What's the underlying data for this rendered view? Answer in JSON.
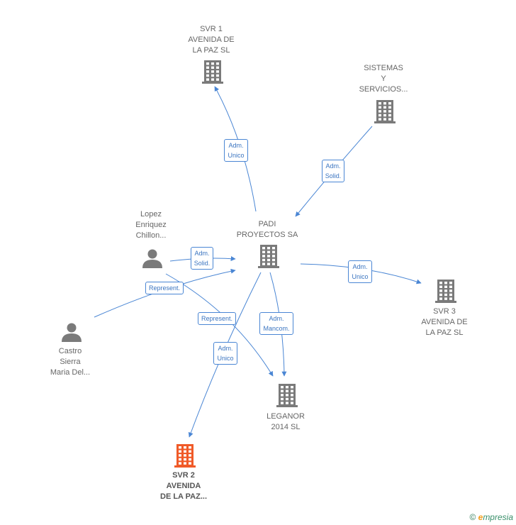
{
  "nodes": {
    "svr1": {
      "lines": [
        "SVR 1",
        "AVENIDA DE",
        "LA PAZ  SL"
      ],
      "kind": "company"
    },
    "sistemas": {
      "lines": [
        "SISTEMAS",
        "Y",
        "SERVICIOS..."
      ],
      "kind": "company"
    },
    "padi": {
      "lines": [
        "PADI",
        "PROYECTOS SA"
      ],
      "kind": "company"
    },
    "lopez": {
      "lines": [
        "Lopez",
        "Enriquez",
        "Chillon..."
      ],
      "kind": "person"
    },
    "castro": {
      "lines": [
        "Castro",
        "Sierra",
        "Maria Del..."
      ],
      "kind": "person"
    },
    "svr3": {
      "lines": [
        "SVR 3",
        "AVENIDA DE",
        "LA PAZ  SL"
      ],
      "kind": "company"
    },
    "leganor": {
      "lines": [
        "LEGANOR",
        "2014  SL"
      ],
      "kind": "company"
    },
    "svr2": {
      "lines": [
        "SVR 2",
        "AVENIDA",
        "DE LA PAZ..."
      ],
      "kind": "company-highlight"
    }
  },
  "edges": [
    {
      "id": "padi-svr1",
      "lines": [
        "Adm.",
        "Unico"
      ]
    },
    {
      "id": "sistemas-padi",
      "lines": [
        "Adm.",
        "Solid."
      ]
    },
    {
      "id": "lopez-padi",
      "lines": [
        "Adm.",
        "Solid."
      ]
    },
    {
      "id": "castro-padi",
      "lines": [
        "Represent."
      ]
    },
    {
      "id": "lopez-leganor",
      "lines": [
        "Represent."
      ]
    },
    {
      "id": "padi-leganor",
      "lines": [
        "Adm.",
        "Mancom."
      ]
    },
    {
      "id": "padi-svr2",
      "lines": [
        "Adm.",
        "Unico"
      ]
    },
    {
      "id": "padi-svr3",
      "lines": [
        "Adm.",
        "Unico"
      ]
    }
  ],
  "colors": {
    "company": "#7a7a7a",
    "highlight": "#f05a28",
    "edge": "#4a86d4",
    "person": "#7a7a7a"
  },
  "footer": {
    "copyright": "©",
    "brand_initial": "e",
    "brand_rest": "mpresia"
  }
}
